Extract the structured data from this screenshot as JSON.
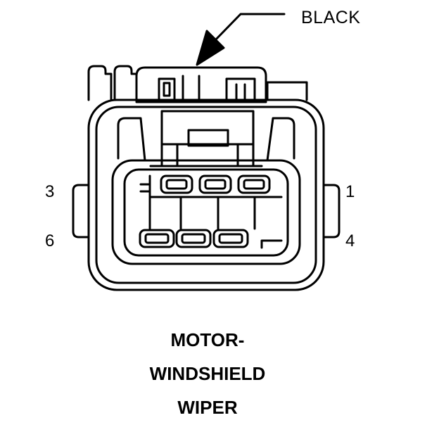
{
  "callout": {
    "label": "BLACK"
  },
  "pins": {
    "top_left": "3",
    "top_right": "1",
    "bottom_left": "6",
    "bottom_right": "4"
  },
  "caption": {
    "lines": [
      "MOTOR-",
      "WINDSHIELD",
      "WIPER"
    ]
  },
  "colors": {
    "ink": "#000000",
    "background": "#ffffff"
  }
}
